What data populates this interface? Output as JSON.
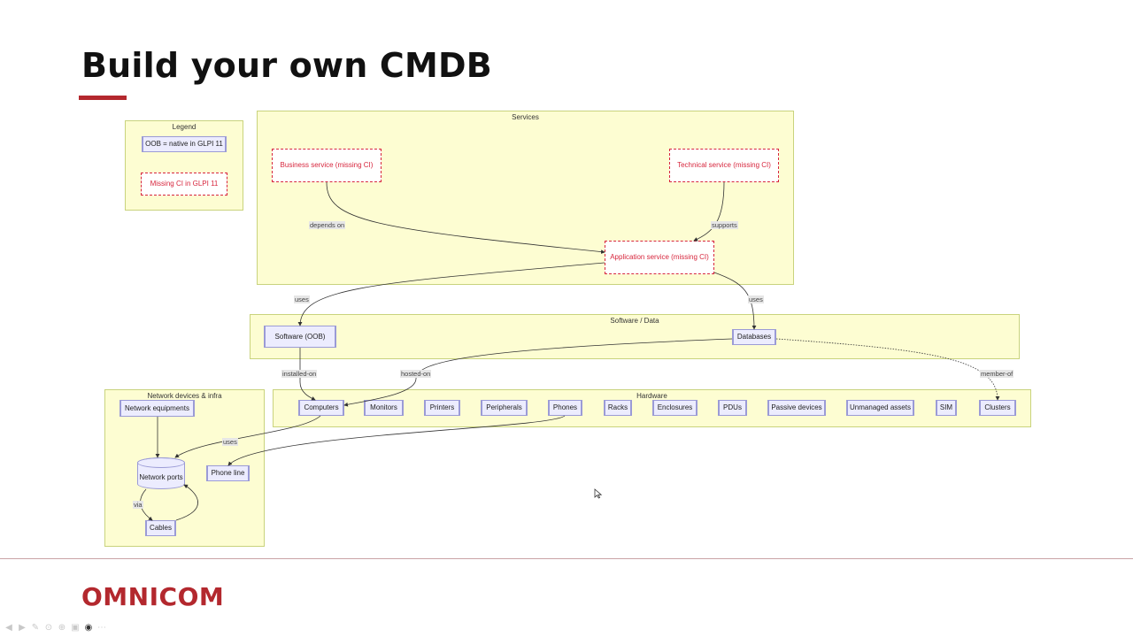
{
  "slide": {
    "title": "Build your own CMDB",
    "logo": "OMNICOM"
  },
  "diagram": {
    "groups": {
      "legend": "Legend",
      "services": "Services",
      "software": "Software / Data",
      "network": "Network devices & infra",
      "hardware": "Hardware"
    },
    "legend_items": {
      "oob": "OOB = native in GLPI 11",
      "missing": "Missing CI in GLPI 11"
    },
    "nodes": {
      "business_service": "Business service (missing CI)",
      "technical_service": "Technical service (missing CI)",
      "application_service": "Application service (missing CI)",
      "software_oob": "Software (OOB)",
      "databases": "Databases",
      "network_equipments": "Network equipments",
      "network_ports": "Network ports",
      "phone_line": "Phone line",
      "cables": "Cables",
      "hardware": [
        "Computers",
        "Monitors",
        "Printers",
        "Peripherals",
        "Phones",
        "Racks",
        "Enclosures",
        "PDUs",
        "Passive devices",
        "Unmanaged assets",
        "SIM",
        "Clusters"
      ]
    },
    "edges": {
      "depends_on": "depends on",
      "supports": "supports",
      "uses_left": "uses",
      "uses_right": "uses",
      "installed_on": "installed-on",
      "hosted_on": "hosted-on",
      "member_of": "member-of",
      "uses_phone": "uses",
      "via": "via"
    }
  }
}
